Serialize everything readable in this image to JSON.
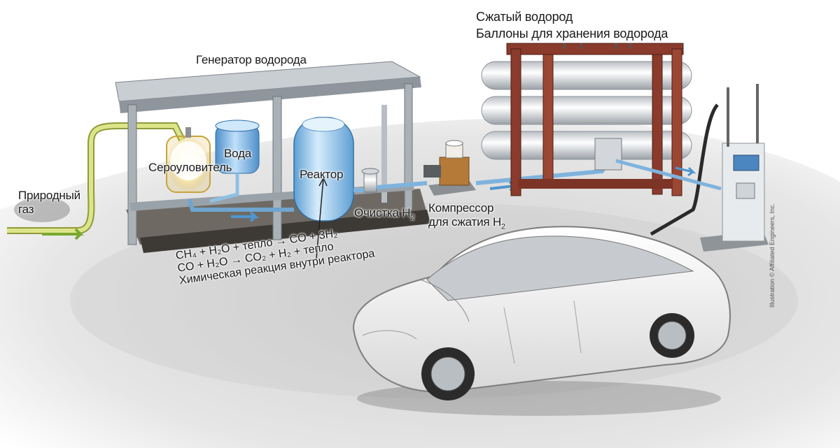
{
  "labels": {
    "natural_gas": [
      "Природный",
      "газ"
    ],
    "generator": "Генератор водорода",
    "sulfur_trap": "Сероуловитель",
    "water": "Вода",
    "reactor": "Реактор",
    "purification": "Очистка",
    "compressor": [
      "Компрессор",
      "для сжатия"
    ],
    "storage": [
      "Сжатый водород",
      "Баллоны для хранения водорода"
    ],
    "h2": "H",
    "h2_sub": "2"
  },
  "reaction": {
    "eq1": "CH₄ + H₂O + тепло → CO + 3H₂",
    "eq2": "CO + H₂O → CO₂ + H₂ + тепло",
    "caption": "Химическая реакция внутри реактора"
  },
  "credit": "Illustration © Affiliated Engineers, Inc.",
  "colors": {
    "gas_pipe": "#c9d36a",
    "water_pipe": "#7fb6d9",
    "steel": "#9aa3ab",
    "frame_rust": "#8a3b2c",
    "tank_blue": "#7fb3e0",
    "road": "#d9d9d9"
  }
}
